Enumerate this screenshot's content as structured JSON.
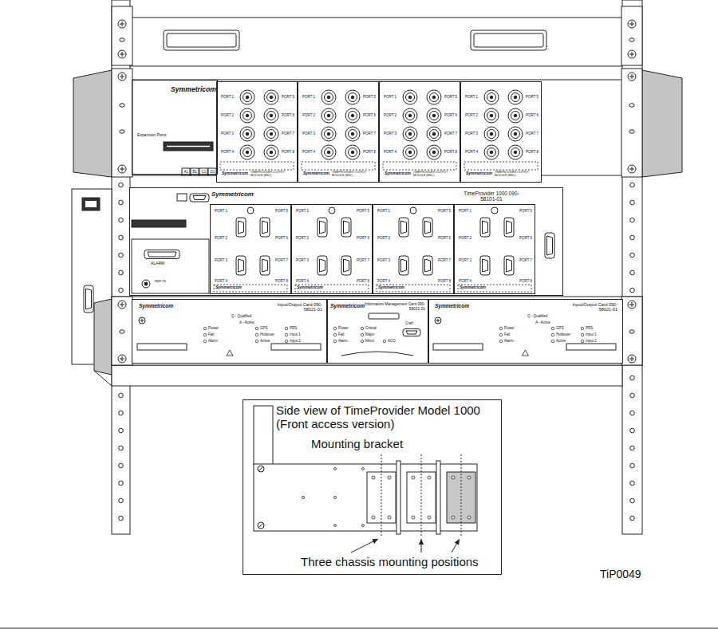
{
  "diagram": {
    "nodes": [
      {
        "text": [
          "Symmetricom",
          "Expansion Ports"
        ]
      },
      {
        "text": [
          "PORT 1",
          "PORT 2",
          "PORT 3",
          "PORT 4",
          "PORT 5",
          "PORT 6",
          "PORT 7",
          "PORT 8",
          "Symmetricom",
          "TIMEPROVIDER OUTPUT MODULE (BNC)"
        ]
      },
      {
        "text": [
          "PORT 1",
          "PORT 2",
          "PORT 3",
          "PORT 4",
          "PORT 5",
          "PORT 6",
          "PORT 7",
          "PORT 8",
          "Symmetricom",
          "TIMEPROVIDER OUTPUT MODULE (BNC)"
        ]
      },
      {
        "text": [
          "PORT 1",
          "PORT 2",
          "PORT 3",
          "PORT 4",
          "PORT 5",
          "PORT 6",
          "PORT 7",
          "PORT 8",
          "Symmetricom",
          "TIMEPROVIDER OUTPUT MODULE (BNC)"
        ]
      },
      {
        "text": [
          "PORT 1",
          "PORT 2",
          "PORT 3",
          "PORT 4",
          "PORT 5",
          "PORT 6",
          "PORT 7",
          "PORT 8",
          "Symmetricom",
          "TIMEPROVIDER OUTPUT MODULE (BNC)"
        ]
      },
      {
        "text": [
          "Symmetricom",
          "TimeProvider 1000 090-58101-01",
          "ALARM",
          "REF IN"
        ]
      },
      {
        "text": [
          "PORT 1",
          "PORT 2",
          "PORT 3",
          "PORT 4",
          "PORT 5",
          "PORT 6",
          "PORT 7",
          "PORT 8",
          "Symmetricom"
        ],
        "in": 5
      },
      {
        "text": [
          "PORT 1",
          "PORT 2",
          "PORT 3",
          "PORT 4",
          "PORT 5",
          "PORT 6",
          "PORT 7",
          "PORT 8",
          "Symmetricom"
        ],
        "in": 5
      },
      {
        "text": [
          "PORT 1",
          "PORT 2",
          "PORT 3",
          "PORT 4",
          "PORT 5",
          "PORT 6",
          "PORT 7",
          "PORT 8",
          "Symmetricom"
        ],
        "in": 5
      },
      {
        "text": [
          "PORT 1",
          "PORT 2",
          "PORT 3",
          "PORT 4",
          "PORT 5",
          "PORT 6",
          "PORT 7",
          "PORT 8",
          "Symmetricom"
        ],
        "in": 5
      },
      {
        "text": [
          "Symmetricom",
          "Input/Output Card 090-58021-01",
          "Q - Qualified",
          "A - Active",
          "Power",
          "Fail",
          "Alarm",
          "GPS",
          "Holdover",
          "Active",
          "PRS",
          "Input 1",
          "Input 2"
        ]
      },
      {
        "text": [
          "Symmetricom",
          "Information Management Card 090-58031-01",
          "Power",
          "Fail",
          "Alarm",
          "Critical",
          "Major",
          "Minor",
          "ACO",
          "Craft"
        ]
      },
      {
        "text": [
          "Symmetricom",
          "Input/Output Card 090-58021-01",
          "Q - Qualified",
          "A - Active",
          "Power",
          "Fail",
          "Alarm",
          "GPS",
          "Holdover",
          "Active",
          "PRS",
          "Input 1",
          "Input 2"
        ]
      },
      {
        "text": [
          "Side view of TimeProvider Model 1000 (Front access version)",
          "Mounting bracket",
          "Three chassis mounting positions"
        ]
      }
    ],
    "labels": [
      "A1",
      "B1",
      "C1",
      "D1",
      "TiP0049"
    ]
  }
}
